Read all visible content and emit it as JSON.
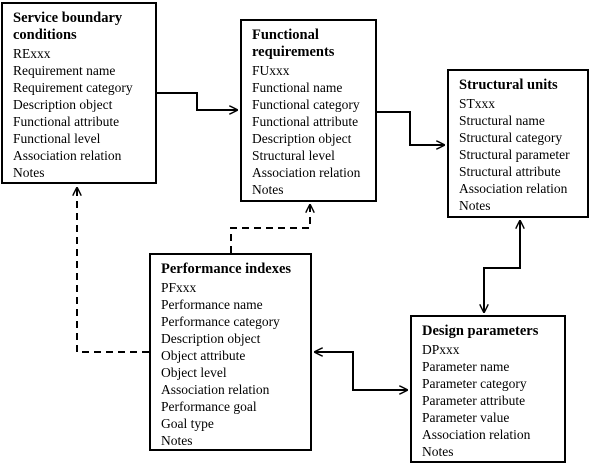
{
  "boxes": {
    "service": {
      "title": "Service boundary conditions",
      "fields": [
        "RExxx",
        "Requirement name",
        "Requirement category",
        "Description object",
        "Functional attribute",
        "Functional level",
        "Association relation",
        "Notes"
      ]
    },
    "functional": {
      "title": "Functional requirements",
      "fields": [
        "FUxxx",
        "Functional name",
        "Functional category",
        "Functional attribute",
        "Description object",
        "Structural level",
        "Association relation",
        "Notes"
      ]
    },
    "structural": {
      "title": "Structural units",
      "fields": [
        "STxxx",
        "Structural name",
        "Structural category",
        "Structural parameter",
        "Structural attribute",
        "Association relation",
        "Notes"
      ]
    },
    "performance": {
      "title": "Performance indexes",
      "fields": [
        "PFxxx",
        "Performance name",
        "Performance category",
        "Description object",
        "Object attribute",
        "Object level",
        "Association relation",
        "Performance goal",
        "Goal type",
        "Notes"
      ]
    },
    "design": {
      "title": "Design parameters",
      "fields": [
        "DPxxx",
        "Parameter name",
        "Parameter category",
        "Parameter attribute",
        "Parameter value",
        "Association relation",
        "Notes"
      ]
    }
  },
  "colors": {
    "line": "#000000",
    "background": "#ffffff"
  }
}
